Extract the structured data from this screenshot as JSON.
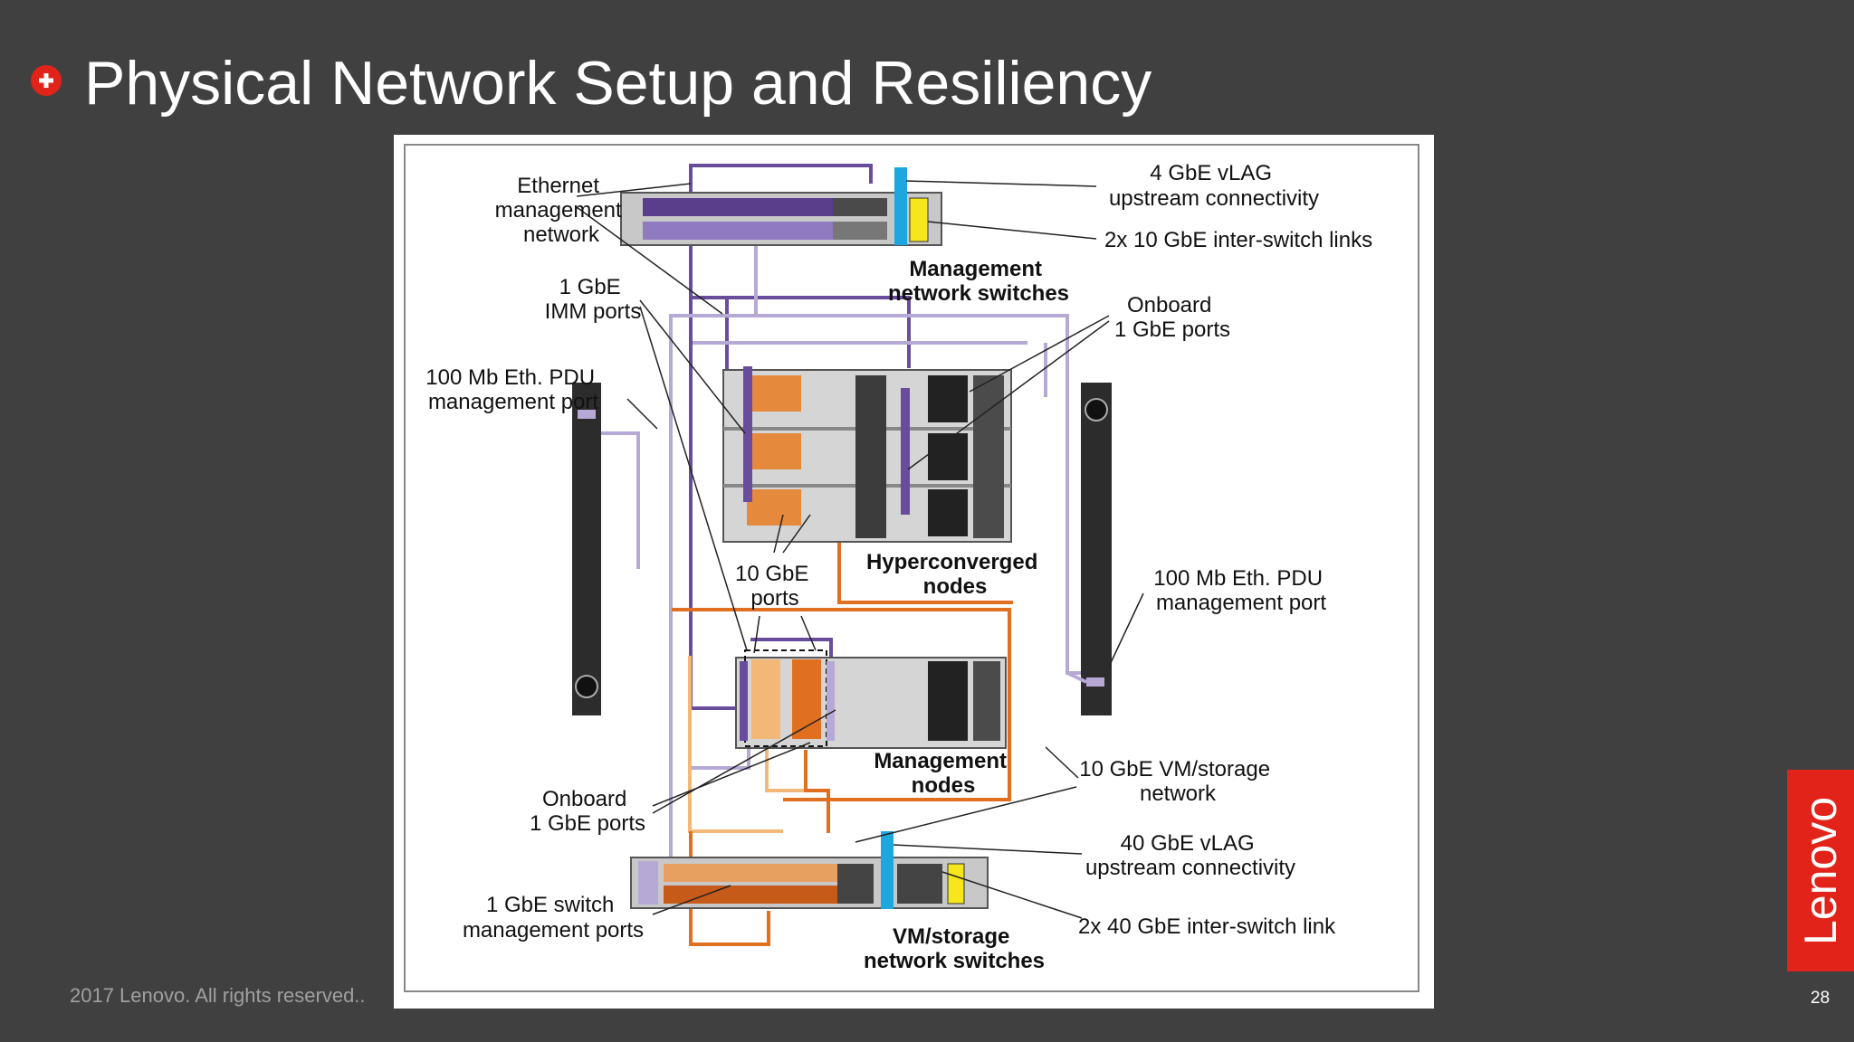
{
  "slide": {
    "title": "Physical Network Setup and Resiliency",
    "footer": "2017 Lenovo. All rights reserved..",
    "page_number": "28",
    "logo": "Lenovo"
  },
  "colors": {
    "background": "#404040",
    "accent_red": "#e2231a",
    "mgmt_network": "#6a4c9c",
    "imm_network": "#b6a9d6",
    "vm_storage_network": "#e07020",
    "vm_storage_light": "#f3b877",
    "uplink_blue": "#1da7de",
    "interswitch_yellow": "#f5e71b"
  },
  "icons": {
    "title_bullet": "plus-circle-icon",
    "logo": "lenovo-logo"
  },
  "diagram": {
    "labels": {
      "ethernet_mgmt": [
        "Ethernet",
        "management",
        "network"
      ],
      "vlag_4gbe": [
        "4 GbE vLAG",
        "upstream connectivity"
      ],
      "isl_10gbe": "2x 10 GbE inter-switch links",
      "mgmt_switches": [
        "Management",
        "network switches"
      ],
      "imm_ports": [
        "1 GbE",
        "IMM ports"
      ],
      "onboard_top": [
        "Onboard",
        "1 GbE ports"
      ],
      "pdu_left": [
        "100 Mb Eth. PDU",
        "management port"
      ],
      "ports_10gbe": [
        "10 GbE",
        "ports"
      ],
      "hyperconverged": [
        "Hyperconverged",
        "nodes"
      ],
      "pdu_right": [
        "100 Mb Eth. PDU",
        "management port"
      ],
      "mgmt_nodes": [
        "Management",
        "nodes"
      ],
      "vm_storage_net": [
        "10 GbE VM/storage",
        "network"
      ],
      "onboard_bottom": [
        "Onboard",
        "1 GbE ports"
      ],
      "vlag_40gbe": [
        "40 GbE vLAG",
        "upstream connectivity"
      ],
      "switch_mgmt_ports": [
        "1 GbE switch",
        "management ports"
      ],
      "isl_40gbe": "2x 40 GbE inter-switch link",
      "vm_switches": [
        "VM/storage",
        "network switches"
      ]
    }
  }
}
